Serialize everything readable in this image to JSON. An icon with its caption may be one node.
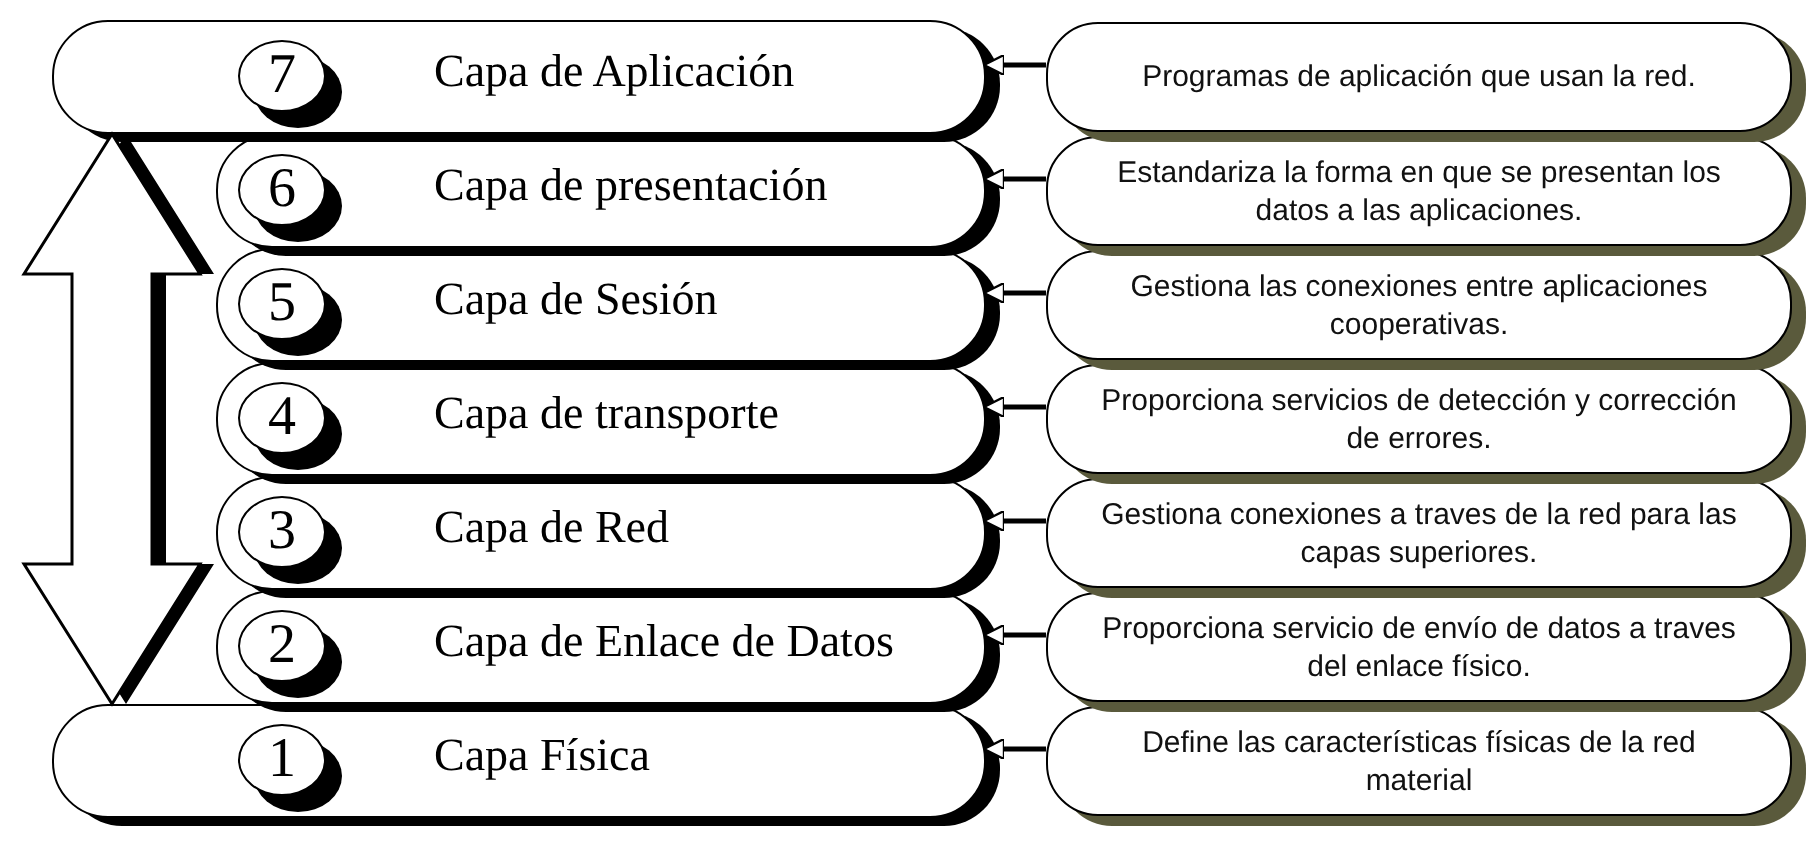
{
  "diagram": {
    "nodes": [
      {
        "text": [
          "7",
          "Capa de Aplicación"
        ]
      },
      {
        "text": [
          "Programas de aplicación que usan la red."
        ]
      },
      {
        "text": [
          "6",
          "Capa de presentación"
        ]
      },
      {
        "text": [
          "Estandariza la forma en que se presentan los datos a las aplicaciones."
        ]
      },
      {
        "text": [
          "5",
          "Capa de Sesión"
        ]
      },
      {
        "text": [
          "Gestiona las conexiones entre aplicaciones cooperativas."
        ]
      },
      {
        "text": [
          "4",
          "Capa de transporte"
        ]
      },
      {
        "text": [
          "Proporciona servicios de detección y corrección de errores."
        ]
      },
      {
        "text": [
          "3",
          "Capa de Red"
        ]
      },
      {
        "text": [
          "Gestiona conexiones a traves de la red para las capas superiores."
        ]
      },
      {
        "text": [
          "2",
          "Capa de Enlace de Datos"
        ]
      },
      {
        "text": [
          "Proporciona servicio de envío de datos a traves del enlace físico."
        ]
      },
      {
        "text": [
          "1",
          "Capa Física"
        ]
      },
      {
        "text": [
          "Define las características físicas de la red material"
        ]
      }
    ],
    "edges": [
      {
        "from": 1,
        "to": 0,
        "arrow": "to"
      },
      {
        "from": 3,
        "to": 2,
        "arrow": "to"
      },
      {
        "from": 5,
        "to": 4,
        "arrow": "to"
      },
      {
        "from": 7,
        "to": 6,
        "arrow": "to"
      },
      {
        "from": 9,
        "to": 8,
        "arrow": "to"
      },
      {
        "from": 11,
        "to": 10,
        "arrow": "to"
      },
      {
        "from": 13,
        "to": 12,
        "arrow": "to"
      },
      {
        "from": 0,
        "to": 12,
        "arrow": "both",
        "style": "thick"
      }
    ]
  }
}
